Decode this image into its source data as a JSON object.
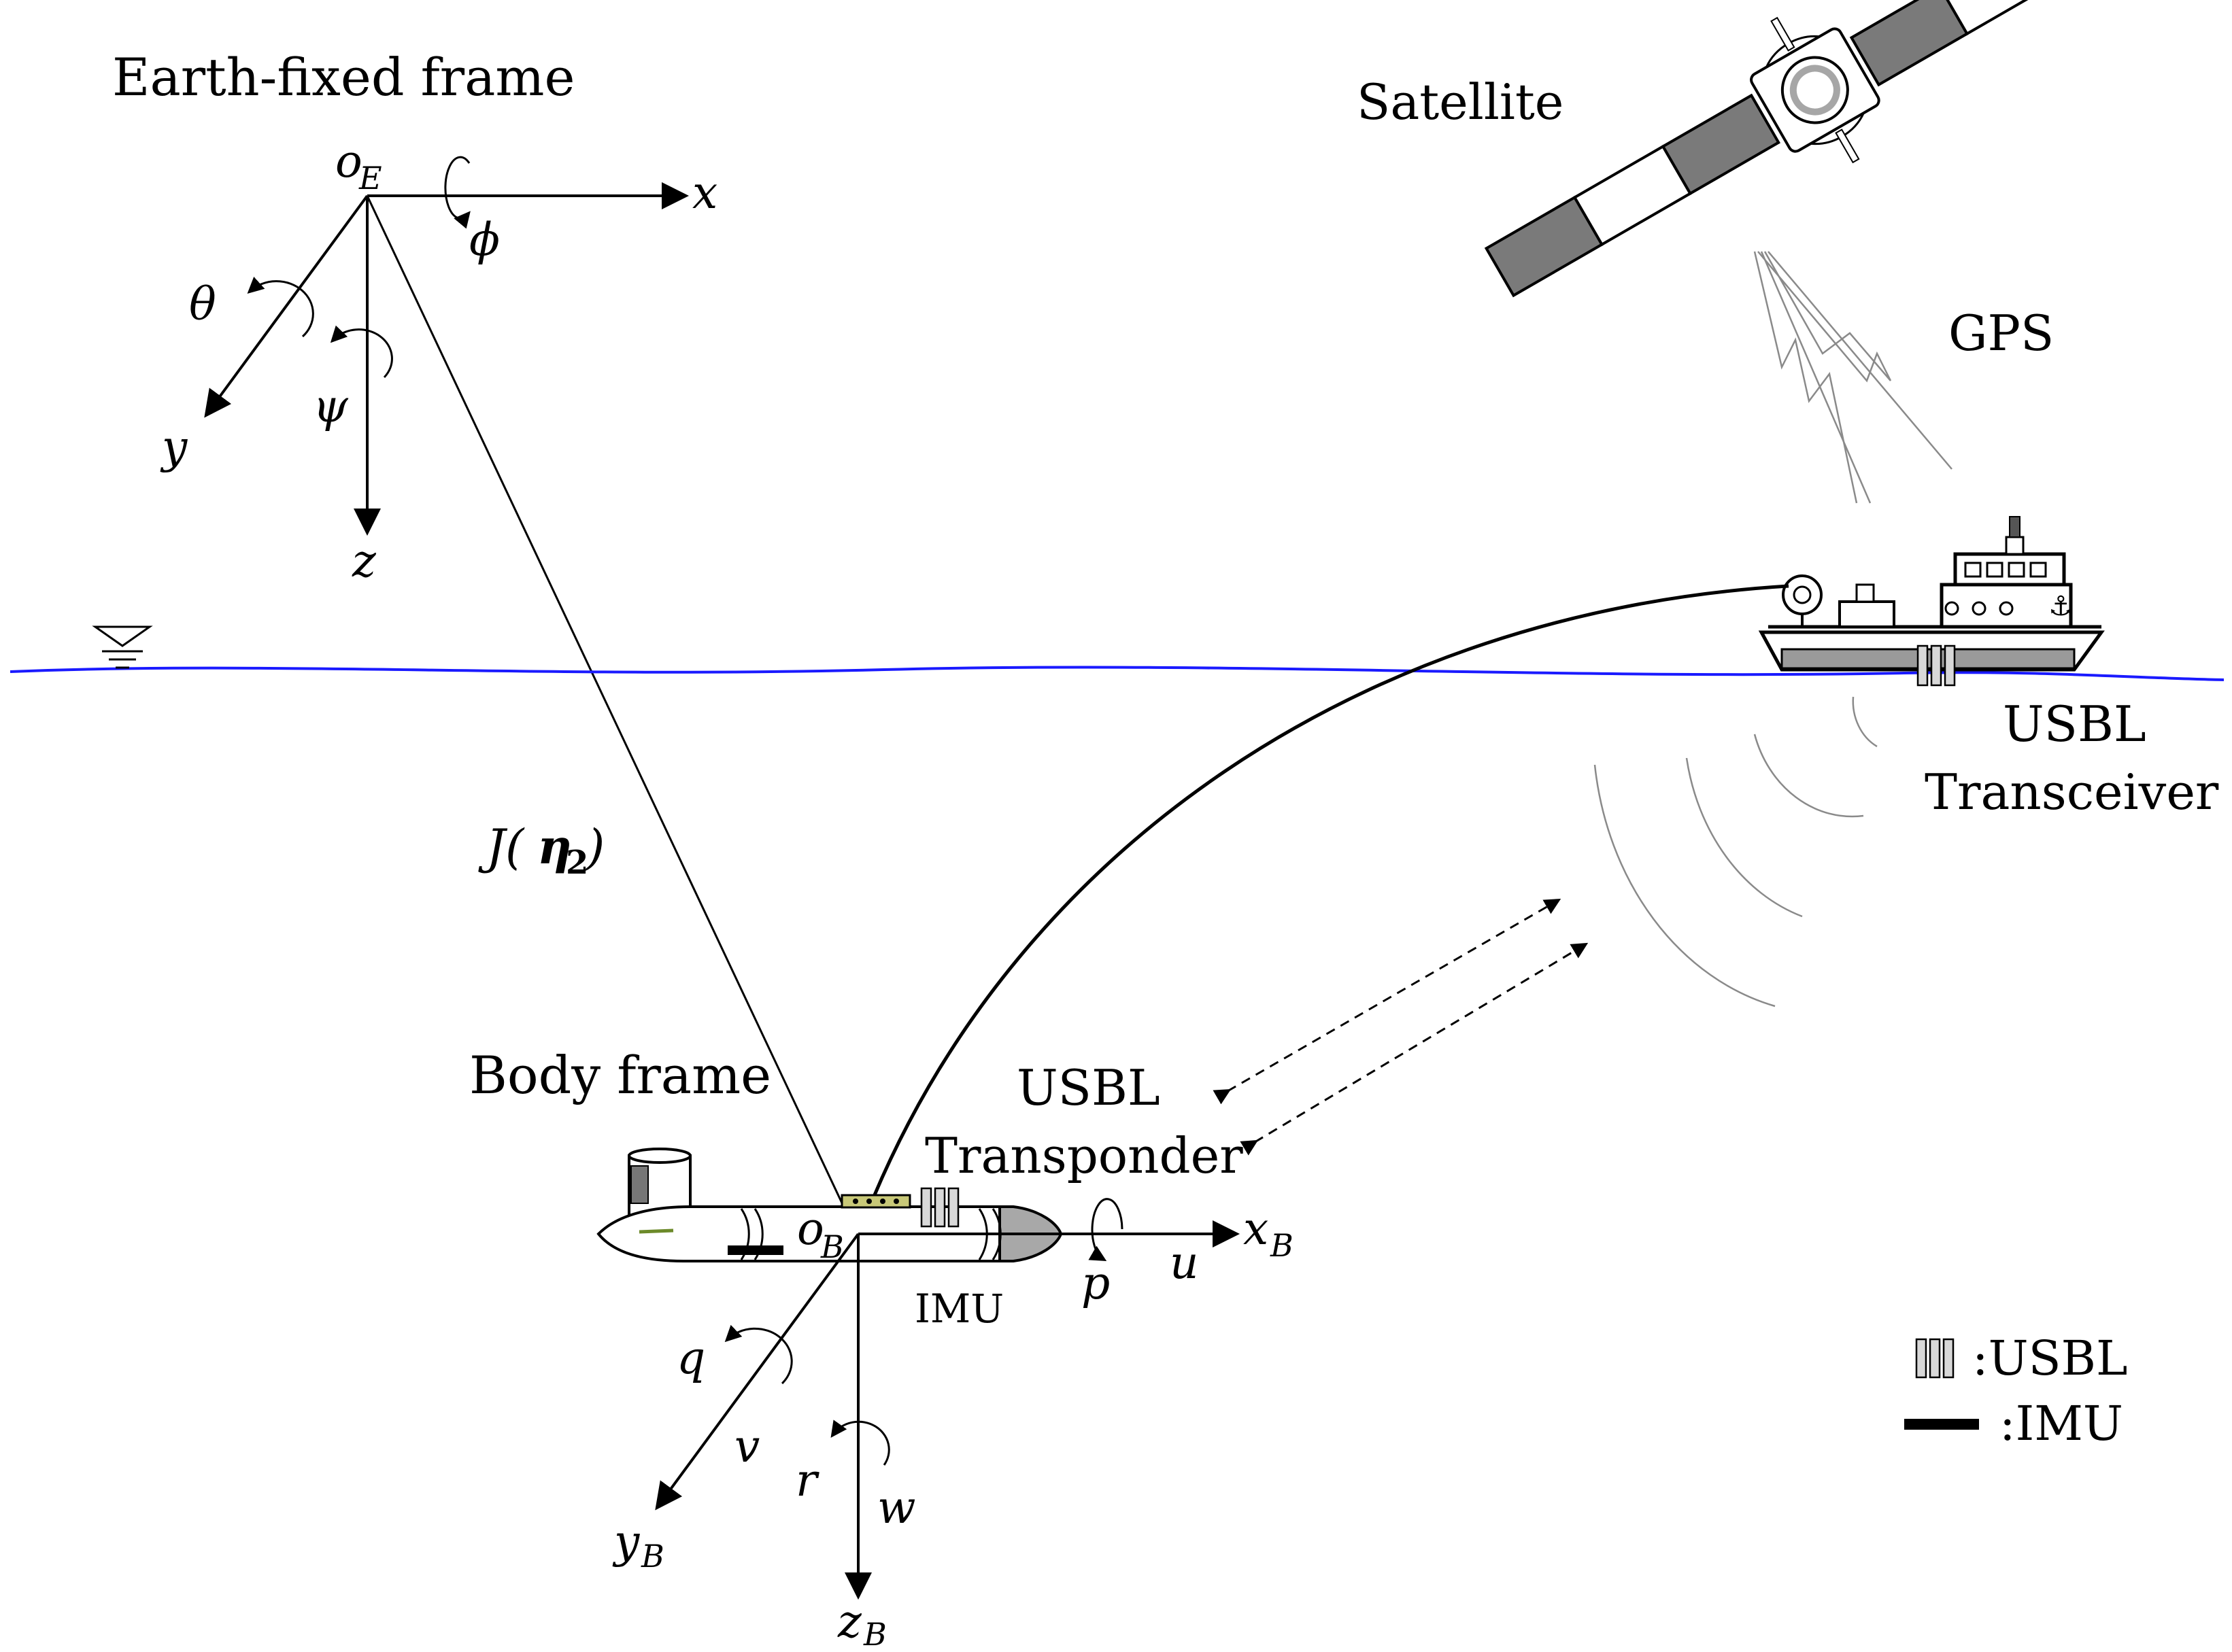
{
  "labels": {
    "earth_frame": "Earth-fixed frame",
    "body_frame": "Body frame",
    "satellite": "Satellite",
    "gps": "GPS",
    "transceiver_line1": "USBL",
    "transceiver_line2": "Transceiver",
    "transponder_line1": "USBL",
    "transponder_line2": "Transponder",
    "imu": "IMU",
    "transform_j": "J(",
    "transform_eta": "η",
    "transform_sub": "2",
    "transform_close": ")"
  },
  "earth_axes": {
    "origin": "o",
    "origin_sub": "E",
    "x": "x",
    "y": "y",
    "z": "z",
    "roll": "ϕ",
    "pitch": "θ",
    "yaw": "ψ"
  },
  "body_axes": {
    "origin": "o",
    "origin_sub": "B",
    "x": "x",
    "x_sub": "B",
    "y": "y",
    "y_sub": "B",
    "z": "z",
    "z_sub": "B",
    "p": "p",
    "q": "q",
    "r": "r",
    "u": "u",
    "v": "v",
    "w": "w"
  },
  "legend": {
    "usbl": ":USBL",
    "imu": ":IMU"
  },
  "colors": {
    "water": "#1a1aff",
    "panel": "#7a7a7a",
    "hull_band": "#9a9a9a",
    "nose": "#a8a8a8"
  }
}
